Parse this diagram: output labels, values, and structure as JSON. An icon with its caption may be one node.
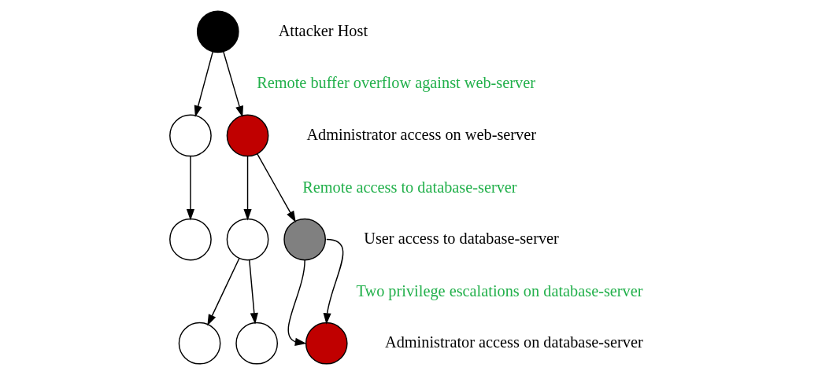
{
  "diagram": {
    "nodes": [
      {
        "text": [],
        "shape": "circle",
        "beside": [
          "Attacker Host"
        ]
      },
      {
        "text": [],
        "shape": "circle"
      },
      {
        "text": [],
        "shape": "circle",
        "beside": [
          "Administrator access on web-server"
        ]
      },
      {
        "text": [],
        "shape": "circle"
      },
      {
        "text": [],
        "shape": "circle"
      },
      {
        "text": [],
        "shape": "circle",
        "beside": [
          "User access to database-server"
        ]
      },
      {
        "text": [],
        "shape": "circle"
      },
      {
        "text": [],
        "shape": "circle"
      },
      {
        "text": [],
        "shape": "circle",
        "beside": [
          "Administrator access on database-server"
        ]
      }
    ],
    "edges": [
      {
        "from": 0,
        "to": 1,
        "arrow": "to"
      },
      {
        "from": 0,
        "to": 2,
        "arrow": "to",
        "label": "Remote buffer overflow against web-server"
      },
      {
        "from": 1,
        "to": 3,
        "arrow": "to"
      },
      {
        "from": 2,
        "to": 4,
        "arrow": "to"
      },
      {
        "from": 2,
        "to": 5,
        "arrow": "to",
        "label": "Remote access to database-server"
      },
      {
        "from": 4,
        "to": 6,
        "arrow": "to"
      },
      {
        "from": 4,
        "to": 7,
        "arrow": "to"
      },
      {
        "from": 5,
        "to": 8,
        "arrow": "to"
      },
      {
        "from": 5,
        "to": 8,
        "arrow": "to",
        "label": "Two privilege escalations on database-server"
      }
    ]
  }
}
